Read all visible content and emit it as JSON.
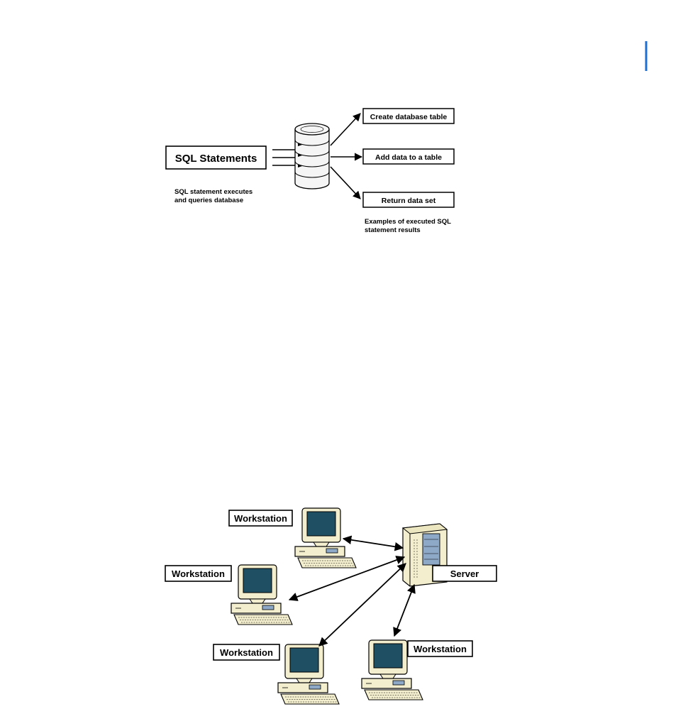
{
  "sql_figure": {
    "source_label": "SQL Statements",
    "source_note_line1": "SQL statement executes",
    "source_note_line2": "and queries database",
    "results": [
      {
        "label": "Create database table"
      },
      {
        "label": "Add data to a table"
      },
      {
        "label": "Return data set"
      }
    ],
    "results_note_line1": "Examples of executed SQL",
    "results_note_line2": "statement results"
  },
  "network_figure": {
    "workstations": [
      {
        "label": "Workstation"
      },
      {
        "label": "Workstation"
      },
      {
        "label": "Workstation"
      },
      {
        "label": "Workstation"
      }
    ],
    "server_label": "Server"
  },
  "colors": {
    "monitor_beige": "#f3eecd",
    "screen_teal": "#1f4f63",
    "server_blue": "#8ea8c8",
    "arrow": "#000000"
  }
}
